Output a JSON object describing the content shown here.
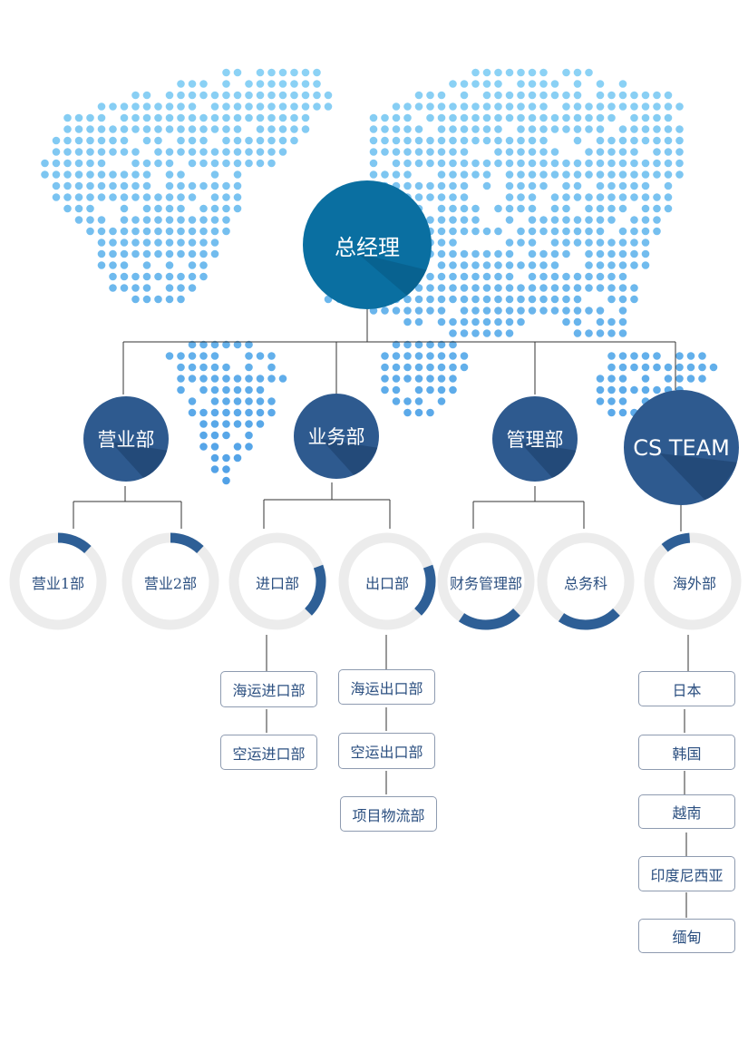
{
  "root": {
    "label": "总经理"
  },
  "departments": [
    {
      "label": "营业部",
      "children": [
        {
          "label": "营业1部",
          "progress": 0.12
        },
        {
          "label": "营业2部",
          "progress": 0.12
        }
      ]
    },
    {
      "label": "业务部",
      "children": [
        {
          "label": "进口部",
          "progress": 0.18,
          "items": [
            "海运进口部",
            "空运进口部"
          ]
        },
        {
          "label": "出口部",
          "progress": 0.18,
          "items": [
            "海运出口部",
            "空运出口部",
            "项目物流部"
          ]
        }
      ]
    },
    {
      "label": "管理部",
      "children": [
        {
          "label": "财务管理部",
          "progress": 0.22
        },
        {
          "label": "总务科",
          "progress": 0.22
        }
      ]
    },
    {
      "label": "CS TEAM",
      "children": [
        {
          "label": "海外部",
          "progress": 0.1,
          "items": [
            "日本",
            "韩国",
            "越南",
            "印度尼西亚",
            "缅甸"
          ]
        }
      ]
    }
  ],
  "colors": {
    "root": "#0a6fa1",
    "dept": "#2e5a8f",
    "ring_track": "#ececec",
    "ring_accent": "#2e5f96",
    "dots": "#7ec0ef"
  }
}
